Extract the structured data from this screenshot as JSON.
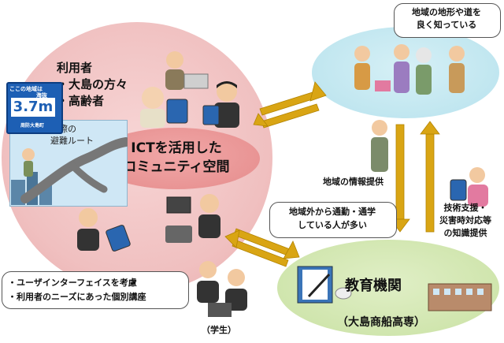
{
  "hub": {
    "title_lines": [
      "ICTを活用した",
      "コミュニティ空間"
    ],
    "users_lines": [
      "利用者",
      "・大島の方々",
      "・高齢者"
    ]
  },
  "elevation_sign": {
    "line1": "ここの地域は",
    "line2": "海抜",
    "value": "3.7m",
    "place": "周防大島町"
  },
  "route_label_lines": [
    "実際の",
    "避難ルート"
  ],
  "elders": {
    "callout_lines": [
      "地域の地形や道を",
      "良く知っている"
    ]
  },
  "flows": {
    "info_provision": "地域の情報提供",
    "support_lines": [
      "技術支援・",
      "災害時対応等",
      "の知識提供"
    ],
    "commute_lines": [
      "地域外から通勤・通学",
      "している人が多い"
    ]
  },
  "school": {
    "title": "教育機関",
    "subtitle": "（大島商船高専）"
  },
  "features_lines": [
    "・ユーザインターフェイスを考慮",
    "・利用者のニーズにあった個別講座"
  ],
  "students_label": "（学生）",
  "colors": {
    "hub_circle": "#f0c0c0",
    "hub_ellipse": "#e58c8c",
    "elder_ellipse": "#b7e2ed",
    "school_ellipse": "#c9e1a3",
    "arrow": "#d9a514",
    "sign_blue": "#1d5fb4"
  }
}
